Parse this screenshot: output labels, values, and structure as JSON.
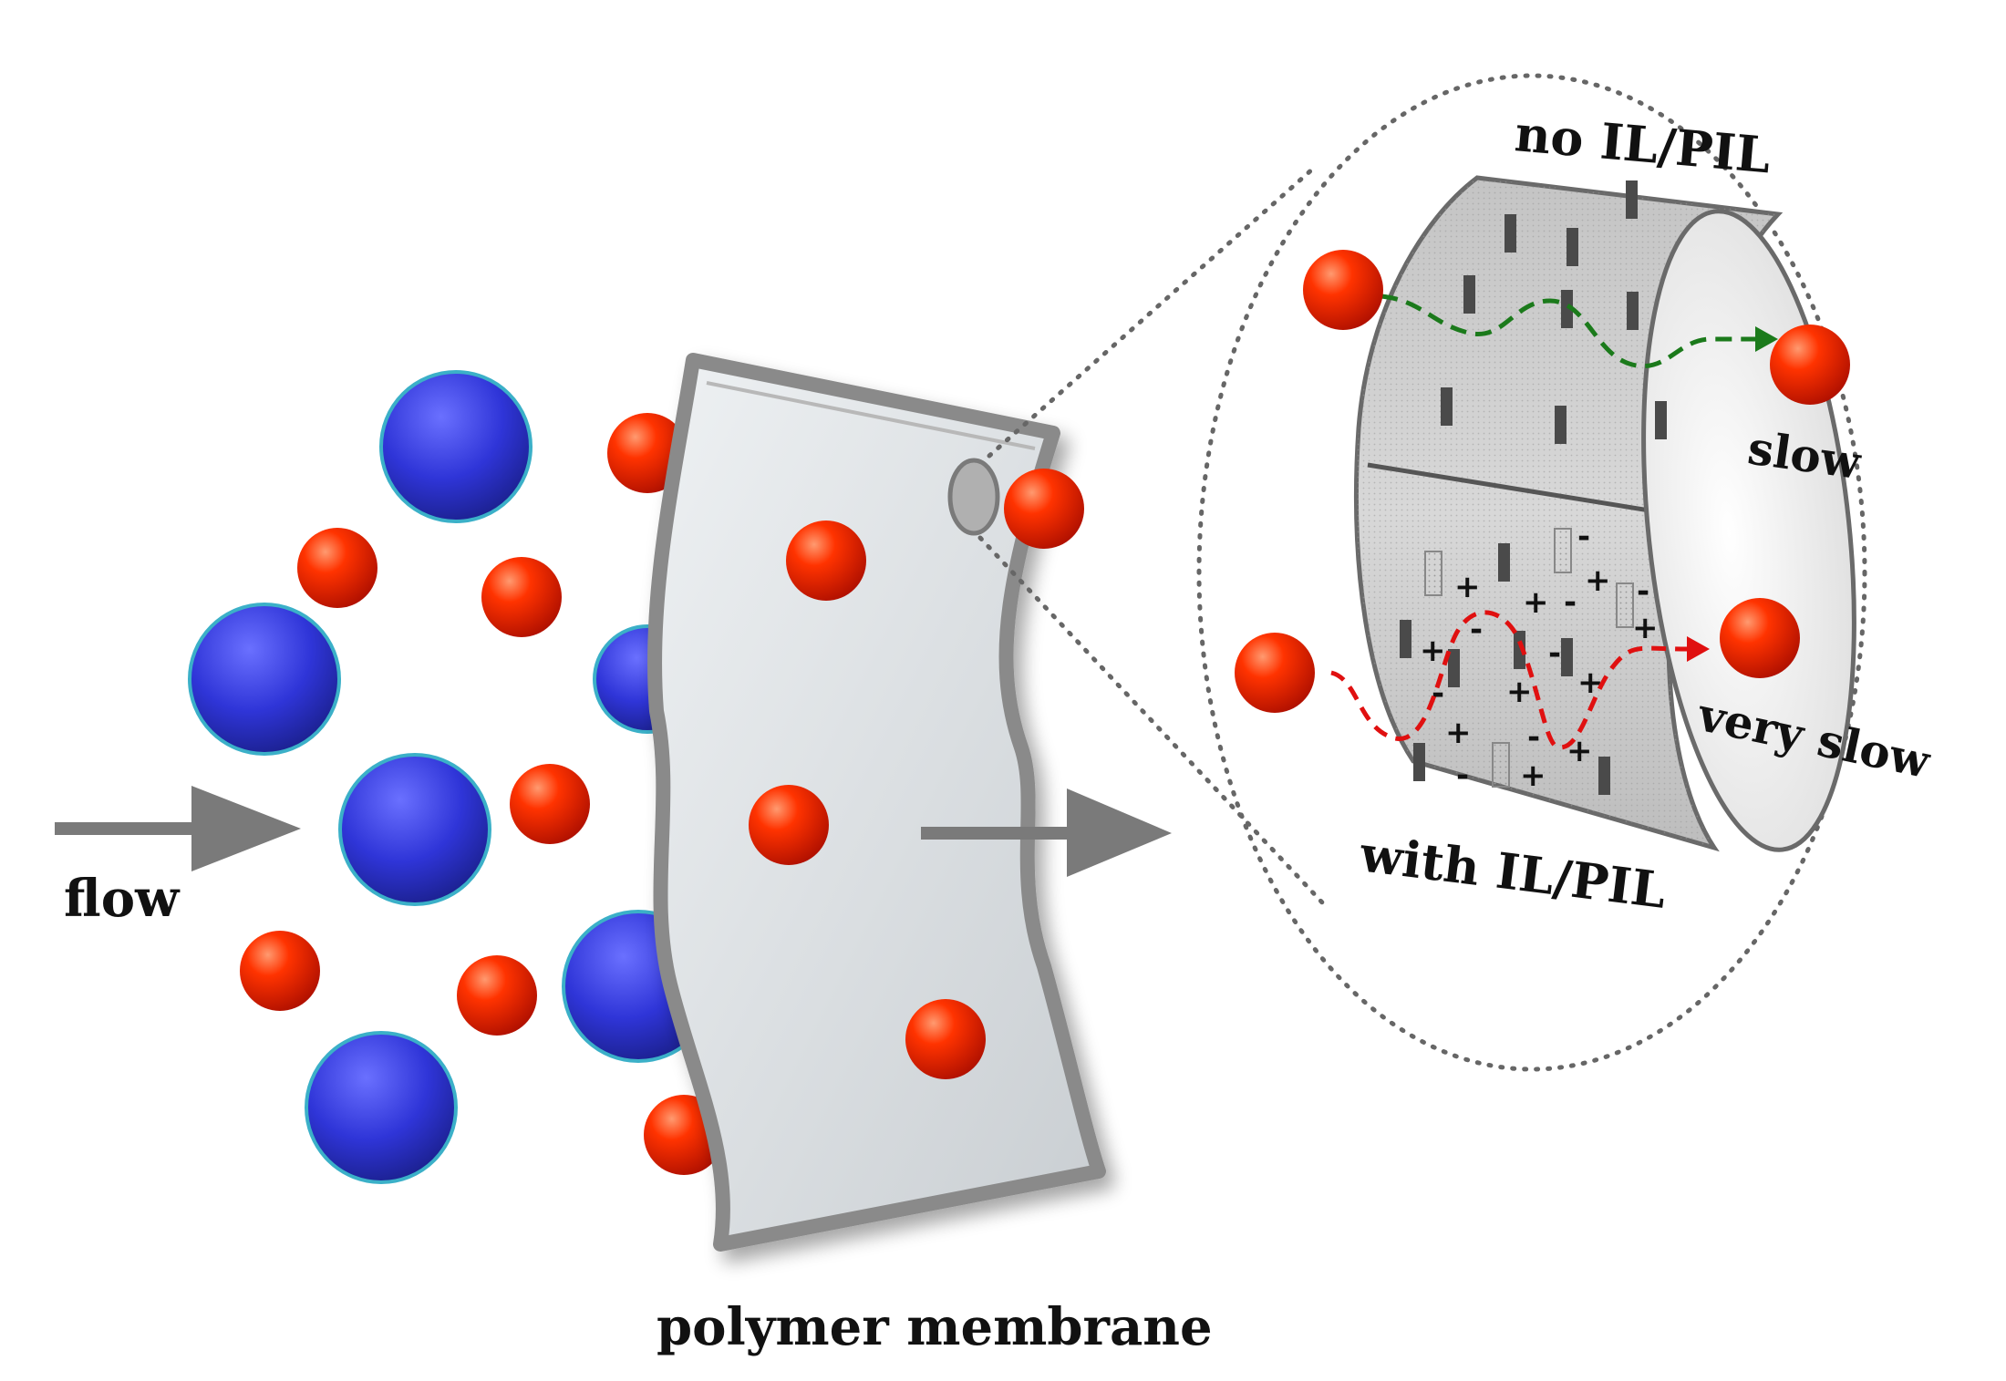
{
  "labels": {
    "flow": "flow",
    "membrane": "polymer membrane",
    "no_il": "no IL/PIL",
    "with_il": "with IL/PIL",
    "slow": "slow",
    "very_slow": "very slow"
  },
  "colors": {
    "large_molecule": "#2f35d8",
    "small_molecule": "#ee2200",
    "membrane_face": "#d9dde0",
    "membrane_rim": "#8a8a8a",
    "arrow": "#7a7a7a",
    "path_no_il": "#1b7a1b",
    "path_with_il": "#e01010"
  },
  "icons": {
    "flow_arrow": "arrow-right-icon",
    "permeate_arrow": "arrow-right-icon",
    "zoom_lens": "dotted-ellipse-icon"
  },
  "charges_upper": [
    "+",
    "+",
    "-",
    "+",
    "-",
    "+",
    "-",
    "+",
    "-",
    "+",
    "-",
    "+",
    "-",
    "+",
    "-",
    "+",
    "-",
    "+"
  ],
  "charges_lower": []
}
